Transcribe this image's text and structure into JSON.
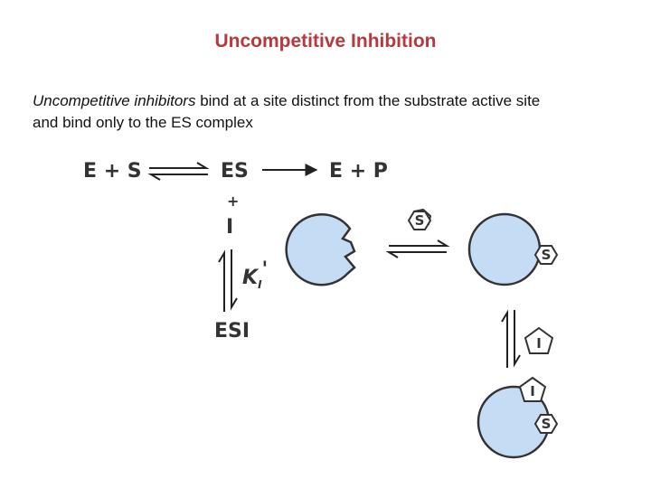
{
  "title": "Uncompetitive Inhibition",
  "intro": {
    "term": "Uncompetitive inhibitors",
    "line1_rest": " bind at a site distinct from the substrate active site",
    "line2": "and bind only to the ES complex"
  },
  "reaction": {
    "e_plus_s": "E + S",
    "es": "ES",
    "e_plus_p": "E + P",
    "plus": "+",
    "inhibitor": "I",
    "constant": "K",
    "constant_sub": "I",
    "constant_prime": "'",
    "esi": "ESI"
  },
  "molecules": {
    "substrate_label": "S",
    "inhibitor_label": "I"
  },
  "colors": {
    "title": "#b5393d",
    "enzyme_fill": "#c5dcf5",
    "enzyme_stroke": "#333333"
  }
}
